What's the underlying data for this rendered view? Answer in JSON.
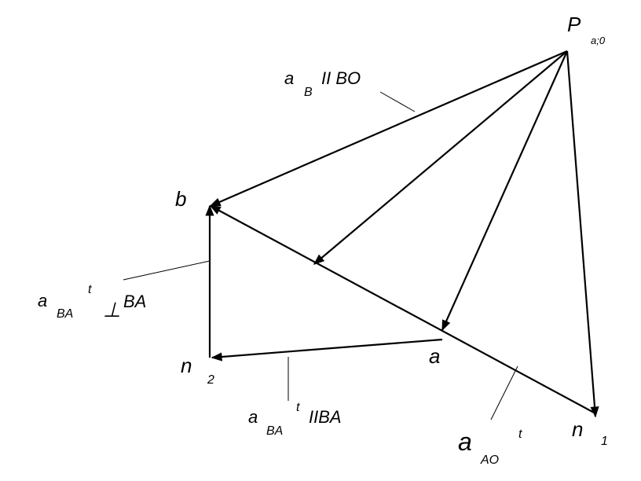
{
  "labels": {
    "p": "P",
    "p_sub": "a;0",
    "b": "b",
    "a": "a",
    "n2": "n",
    "n2_sub": "2",
    "n1": "n",
    "n1_sub": "1"
  },
  "annotations": {
    "aB": {
      "main": "a",
      "sub": "B",
      "rest": "II BO"
    },
    "aBAt_perp": {
      "main": "a",
      "sub": "BA",
      "sup": "t",
      "perp": "⊥",
      "rest": "BA"
    },
    "aBAt_par": {
      "main": "a",
      "sub": "BA",
      "sup": "t",
      "rest": "IIBA"
    },
    "aAOt": {
      "main": "a",
      "sub": "AO",
      "sup": "t"
    }
  },
  "colors": {
    "ink": "#000000",
    "background": "#ffffff"
  }
}
